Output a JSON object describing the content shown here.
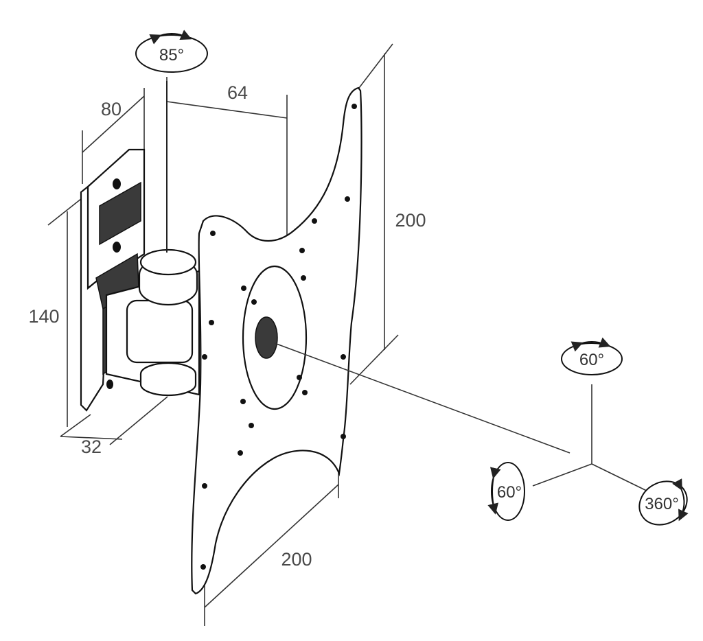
{
  "dimensions": {
    "wall_width": "80",
    "plate_offset": "64",
    "plate_height": "200",
    "wall_height": "140",
    "depth": "32",
    "plate_width": "200"
  },
  "rotation": {
    "wall_swivel": "85°",
    "tilt_top": "60°",
    "tilt_left": "60°",
    "rotate": "360°"
  },
  "colors": {
    "line": "#222222",
    "text": "#4a4a4a"
  },
  "icons": [
    "rotation-arrow-icon"
  ]
}
